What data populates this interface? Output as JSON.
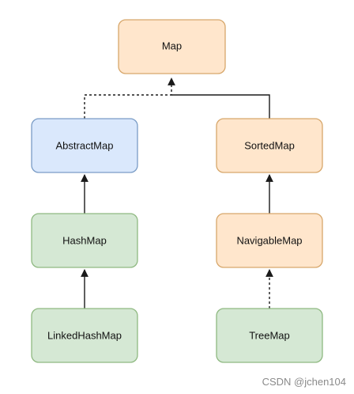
{
  "colors": {
    "orange_fill": "#ffe6cc",
    "orange_stroke": "#d7a76b",
    "blue_fill": "#dae8fc",
    "blue_stroke": "#7a9cc6",
    "green_fill": "#d5e8d4",
    "green_stroke": "#8fb981",
    "edge": "#1a1a1a"
  },
  "nodes": {
    "map": {
      "label": "Map",
      "style": "orange"
    },
    "abstract_map": {
      "label": "AbstractMap",
      "style": "blue"
    },
    "sorted_map": {
      "label": "SortedMap",
      "style": "orange"
    },
    "hash_map": {
      "label": "HashMap",
      "style": "green"
    },
    "navigable_map": {
      "label": "NavigableMap",
      "style": "orange"
    },
    "linked_hash_map": {
      "label": "LinkedHashMap",
      "style": "green"
    },
    "tree_map": {
      "label": "TreeMap",
      "style": "green"
    }
  },
  "edges": [
    {
      "from": "abstract_map",
      "to": "map",
      "line": "dashed"
    },
    {
      "from": "sorted_map",
      "to": "map",
      "line": "solid"
    },
    {
      "from": "hash_map",
      "to": "abstract_map",
      "line": "solid"
    },
    {
      "from": "navigable_map",
      "to": "sorted_map",
      "line": "solid"
    },
    {
      "from": "linked_hash_map",
      "to": "hash_map",
      "line": "solid"
    },
    {
      "from": "tree_map",
      "to": "navigable_map",
      "line": "dashed"
    }
  ],
  "watermark": "CSDN @jchen104"
}
